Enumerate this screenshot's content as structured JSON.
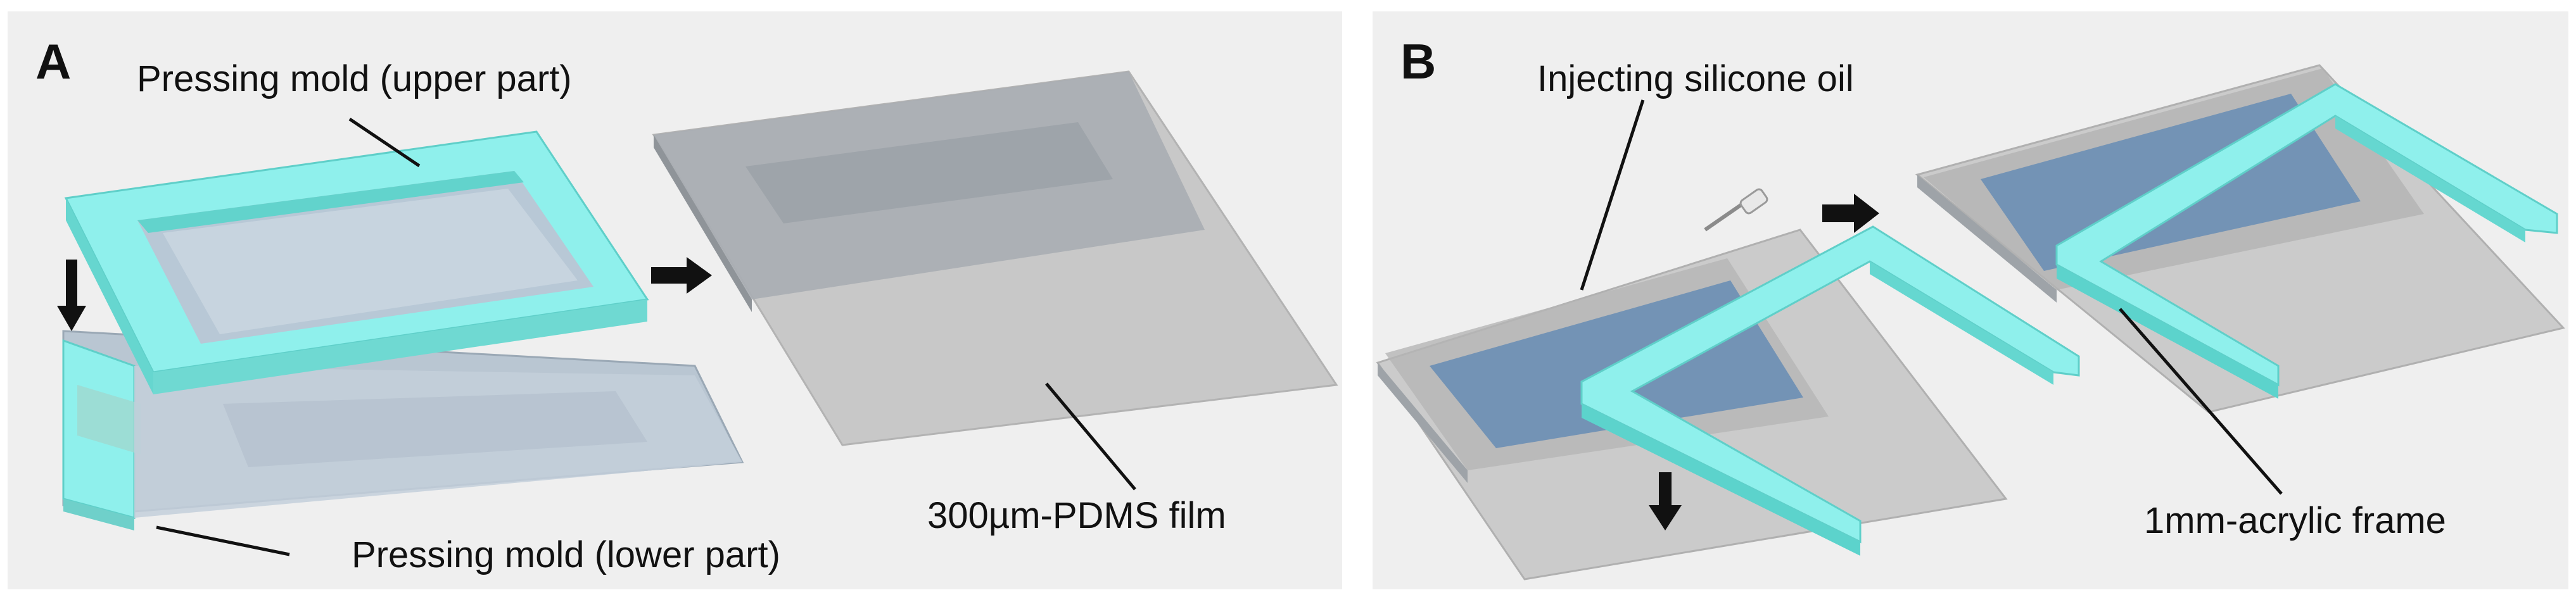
{
  "panel_a": {
    "letter": "A",
    "label_upper": "Pressing mold (upper part)",
    "label_lower": "Pressing mold (lower part)",
    "label_film": "300µm-PDMS film"
  },
  "panel_b": {
    "letter": "B",
    "label_inject": "Injecting silicone oil",
    "label_frame": "1mm-acrylic frame"
  },
  "colors": {
    "panel_background": "#efefef",
    "mold_cyan": "#8ff0ec",
    "film_gray": "#c8c8c8",
    "oil_blue": "#6b8fb5",
    "arrow": "#111111"
  }
}
